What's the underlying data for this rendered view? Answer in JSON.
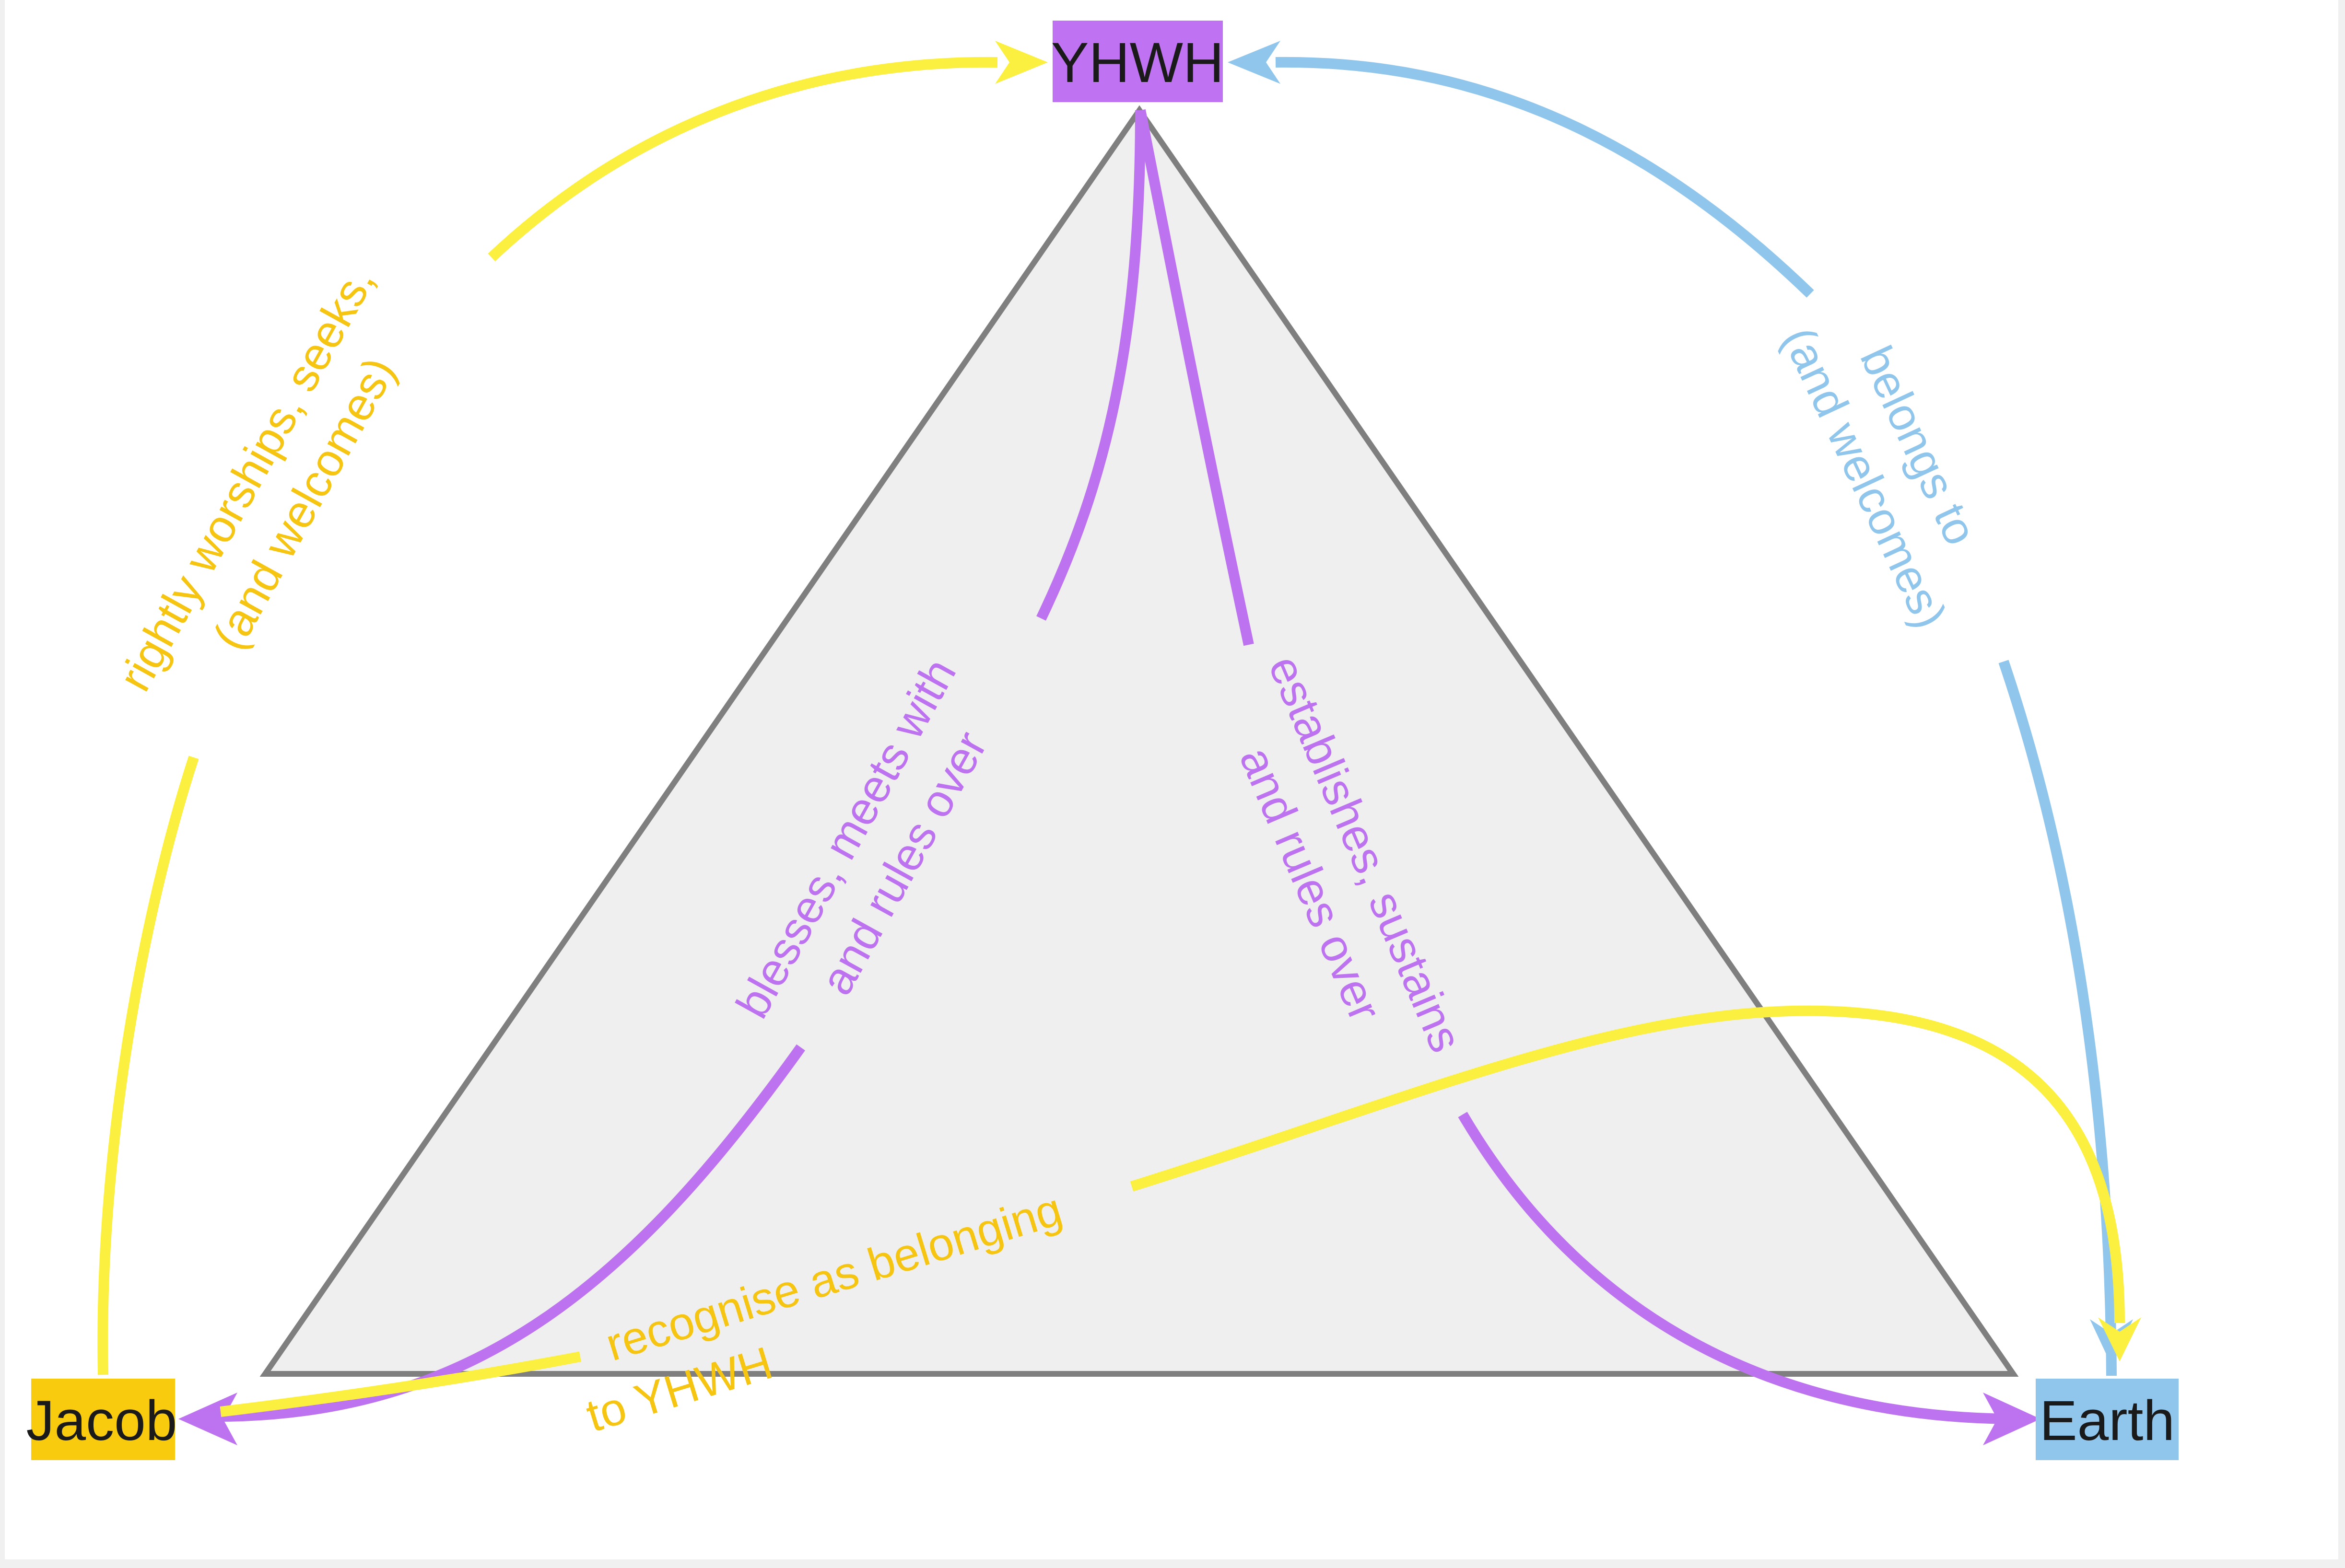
{
  "colors": {
    "background": "#ffffff",
    "frame": "#f0f0f0",
    "triangle_fill": "#efefef",
    "triangle_stroke": "#7f7f7f",
    "yhwh_node": "#bf73f2",
    "jacob_node": "#f9cb0f",
    "earth_node": "#90c6ec",
    "purple_edge": "#bd72f0",
    "yellow_edge": "#fbef40",
    "yellow_label": "#f6c512",
    "blue_edge": "#90c6ec"
  },
  "nodes": {
    "yhwh": {
      "label": "YHWH"
    },
    "jacob": {
      "label": "Jacob"
    },
    "earth": {
      "label": "Earth"
    }
  },
  "edges": {
    "jacob_to_yhwh": {
      "line1": "rightly worships, seeks,",
      "line2": "(and welcomes)"
    },
    "earth_to_yhwh": {
      "line1": "belongs to",
      "line2": "(and welcomes)"
    },
    "yhwh_to_jacob": {
      "line1": "blesses, meets with",
      "line2": "and rules over"
    },
    "yhwh_to_earth": {
      "line1": "establishes, sustains",
      "line2": "and rules over"
    },
    "jacob_to_earth": {
      "line1": "recognise as belonging",
      "line2": "to YHWH"
    }
  }
}
